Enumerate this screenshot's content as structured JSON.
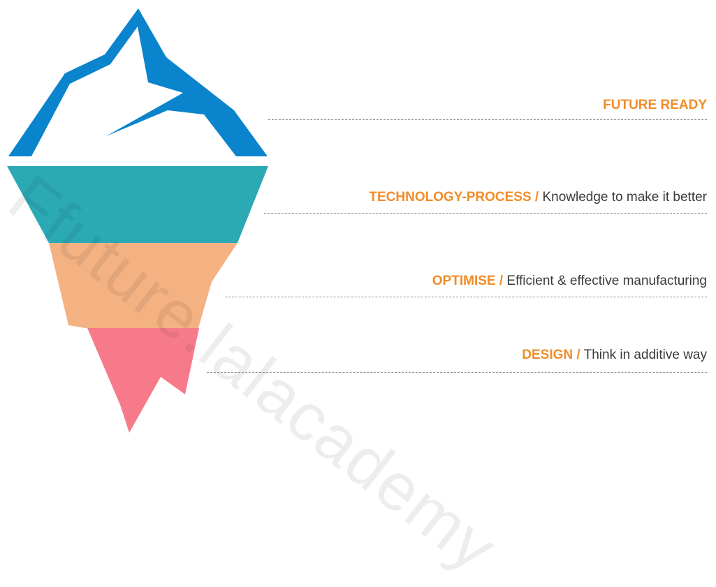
{
  "colors": {
    "accent": "#F28C28",
    "peak": "#0A84CC",
    "band_teal": "#2BAAB5",
    "band_peach": "#F4B283",
    "band_pink": "#F77A8B"
  },
  "iceberg": {
    "layers": [
      "peak",
      "teal-band",
      "peach-band",
      "pink-band"
    ]
  },
  "levels": [
    {
      "title": "FUTURE READY",
      "separator": "",
      "description": ""
    },
    {
      "title": "TECHNOLOGY-PROCESS",
      "separator": "/",
      "description": "Knowledge to make it better"
    },
    {
      "title": "OPTIMISE",
      "separator": "/",
      "description": "Efficient & effective manufacturing"
    },
    {
      "title": "DESIGN",
      "separator": "/",
      "description": "Think in additive way"
    }
  ],
  "watermark": {
    "text": "Ffuture.lalacademy"
  }
}
